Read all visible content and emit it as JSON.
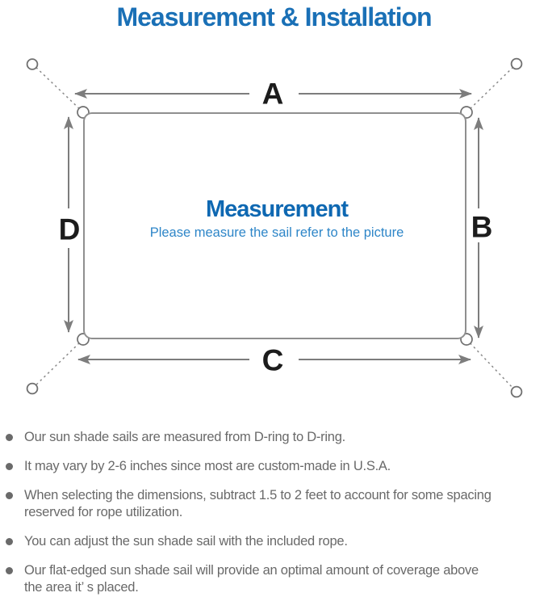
{
  "title": {
    "text": "Measurement & Installation"
  },
  "palette": {
    "title_blue": "#1a70b6",
    "center_title_blue": "#0e68b2",
    "center_subtitle_blue": "#2e86c8",
    "diagram_gray": "#7d7d7d",
    "label_black": "#1c1c1c",
    "note_gray": "#696969",
    "background": "#ffffff"
  },
  "diagram": {
    "labels": {
      "top": "A",
      "right": "B",
      "bottom": "C",
      "left": "D"
    },
    "center": {
      "title": "Measurement",
      "subtitle": "Please measure the sail refer to the picture"
    }
  },
  "notes": {
    "items": [
      {
        "lines": [
          "Our sun shade sails are measured from D-ring to D-ring."
        ]
      },
      {
        "lines": [
          "It may vary by 2-6 inches since most are custom-made in U.S.A."
        ]
      },
      {
        "lines": [
          "When selecting the dimensions, subtract 1.5 to 2 feet to account for some spacing",
          "reserved for rope utilization."
        ]
      },
      {
        "lines": [
          "You can adjust the sun shade sail with the included rope."
        ]
      },
      {
        "lines": [
          "Our flat-edged sun shade sail will provide an optimal amount of coverage above",
          "the area it’ s placed."
        ]
      }
    ]
  }
}
